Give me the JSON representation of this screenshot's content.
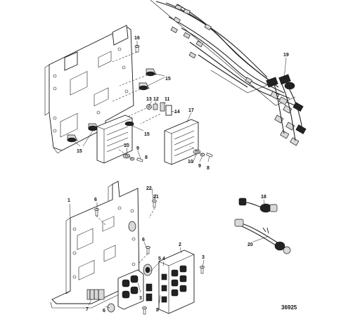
{
  "diagram": {
    "figure_number": "36925",
    "callouts": {
      "c1": "1",
      "c2": "2",
      "c3a": "3",
      "c3b": "3",
      "c4": "4",
      "c5": "5",
      "c6a": "6",
      "c6b": "6",
      "c6c": "6",
      "c7": "7",
      "c8a": "8",
      "c8b": "8",
      "c8c": "8",
      "c9a": "9",
      "c9b": "9",
      "c10a": "10",
      "c10b": "10",
      "c11": "11",
      "c12": "12",
      "c13": "13",
      "c14": "14",
      "c15a": "15",
      "c15b": "15",
      "c15c": "15",
      "c16": "16",
      "c17": "17",
      "c18": "18",
      "c19": "19",
      "c20": "20",
      "c21": "21",
      "c22": "22"
    }
  }
}
